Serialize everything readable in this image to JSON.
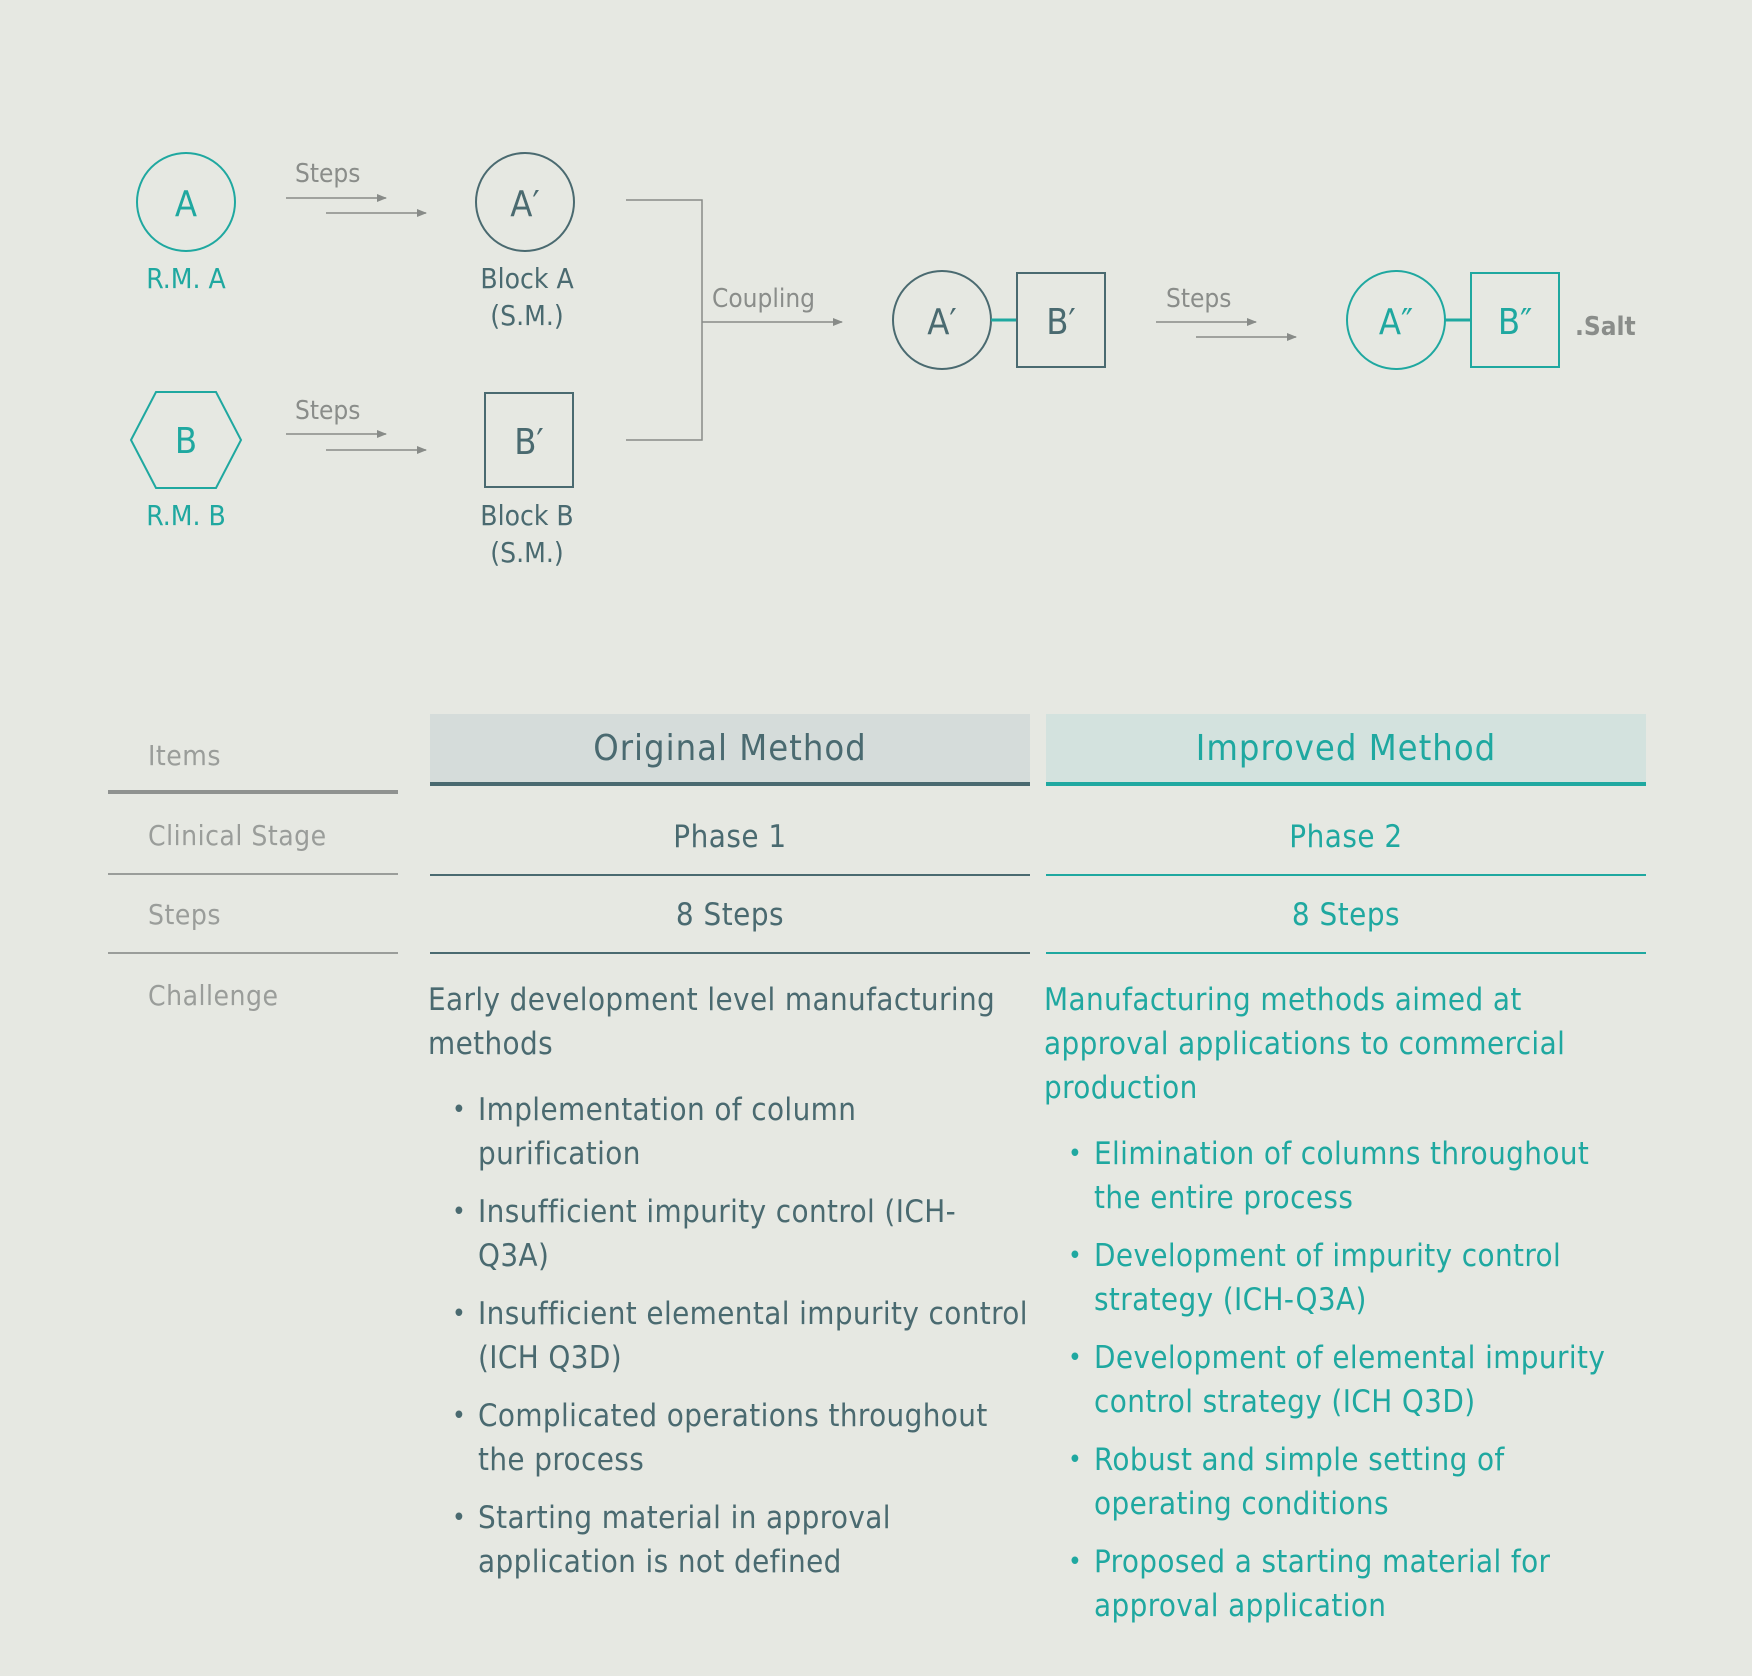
{
  "diagram": {
    "nodes": {
      "rm_a": "A",
      "rm_a_label": "R.M. A",
      "rm_b": "B",
      "rm_b_label": "R.M. B",
      "block_a": "A′",
      "block_a_label_1": "Block A",
      "block_a_label_2": "(S.M.)",
      "block_b": "B′",
      "block_b_label_1": "Block B",
      "block_b_label_2": "(S.M.)",
      "coupled_a": "A′",
      "coupled_b": "B′",
      "final_a": "A″",
      "final_b": "B″",
      "salt": ".Salt"
    },
    "arrows": {
      "steps_a": "Steps",
      "steps_b": "Steps",
      "coupling": "Coupling",
      "steps_final": "Steps"
    }
  },
  "table": {
    "labels": {
      "items": "Items",
      "clinical_stage": "Clinical Stage",
      "steps": "Steps",
      "challenge": "Challenge"
    },
    "original": {
      "header": "Original Method",
      "clinical_stage": "Phase 1",
      "steps": "8 Steps",
      "challenge_intro": "Early development level manufacturing methods",
      "challenges": [
        "Implementation of column purification",
        "Insufficient impurity control (ICH-Q3A)",
        "Insufficient elemental impurity control (ICH Q3D)",
        "Complicated operations throughout the process",
        "Starting material in approval application is not defined"
      ]
    },
    "improved": {
      "header": "Improved Method",
      "clinical_stage": "Phase 2",
      "steps": "8 Steps",
      "challenge_intro": "Manufacturing methods aimed at approval applications to commercial production",
      "challenges": [
        "Elimination of columns throughout the entire process",
        "Development of impurity control strategy (ICH-Q3A)",
        "Development of elemental impurity control strategy (ICH Q3D)",
        "Robust and simple setting of operating conditions",
        "Proposed a starting material for approval application"
      ]
    }
  },
  "colors": {
    "background": "#e6e8e2",
    "teal": "#1fa8a0",
    "slate": "#4a6a70",
    "gray": "#9a9d9a"
  }
}
